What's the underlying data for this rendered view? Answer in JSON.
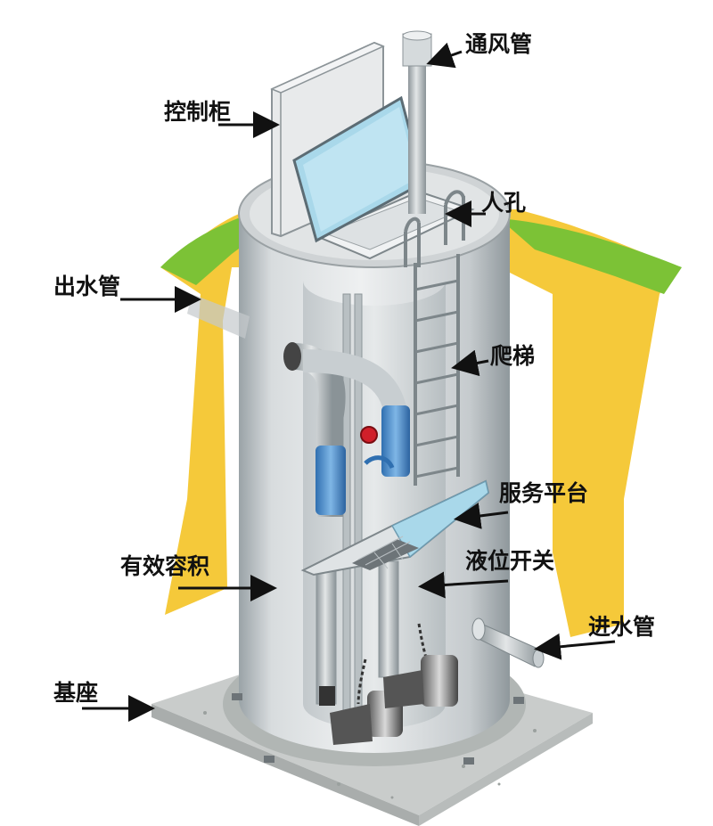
{
  "labels": {
    "vent_pipe": "通风管",
    "control_cabinet": "控制柜",
    "manhole": "人孔",
    "outlet_pipe": "出水管",
    "ladder": "爬梯",
    "service_platform": "服务平台",
    "level_switch": "液位开关",
    "effective_volume": "有效容积",
    "inlet_pipe": "进水管",
    "base": "基座"
  },
  "colors": {
    "soil_yellow": "#f5c93a",
    "grass_green": "#7cc236",
    "tank_grey": "#d4d8da",
    "panel_blue": "#a9d8ea",
    "pipe_blue": "#4a8fd0",
    "concrete": "#c9cccb",
    "arrow": "#111111"
  },
  "icons": [
    "arrow-icon"
  ]
}
